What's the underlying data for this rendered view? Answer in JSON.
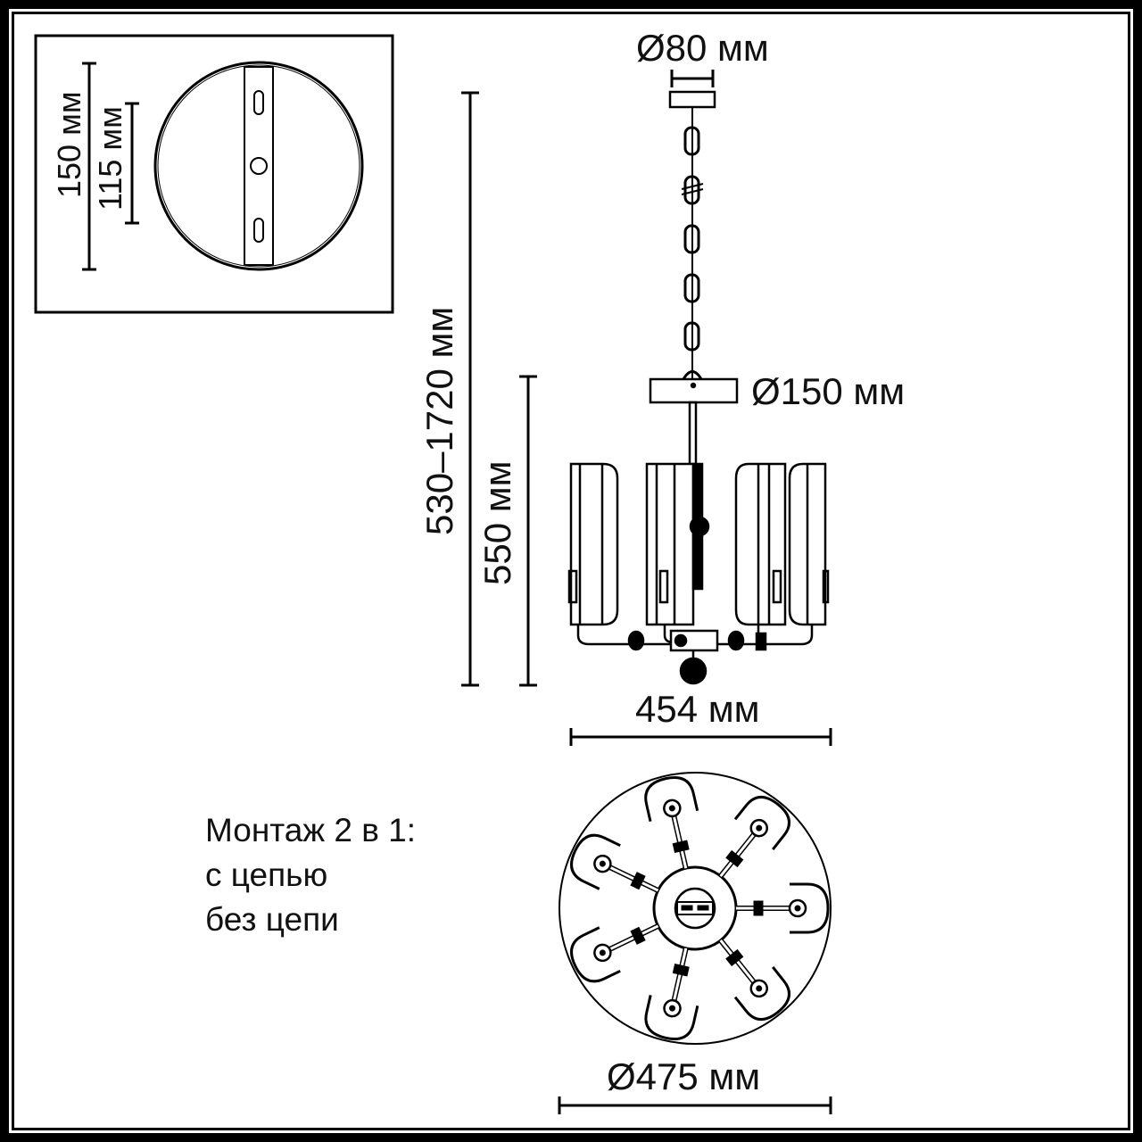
{
  "drawing": {
    "title": "Chandelier dimension drawing",
    "colors": {
      "line": "#000000",
      "background": "#ffffff"
    },
    "inset_canopy": {
      "outer_dimension": "150 мм",
      "mounting_bar_dimension": "115 мм"
    },
    "side_view": {
      "canopy_diameter": "Ø80 мм",
      "top_plate_diameter": "Ø150 мм",
      "total_height_range": "530–1720 мм",
      "body_height": "550 мм",
      "body_width": "454 мм"
    },
    "top_view": {
      "diameter": "Ø475 мм",
      "arms": 7
    },
    "mounting_note": {
      "lines": [
        "Монтаж 2 в 1:",
        "с цепью",
        "без цепи"
      ]
    }
  }
}
